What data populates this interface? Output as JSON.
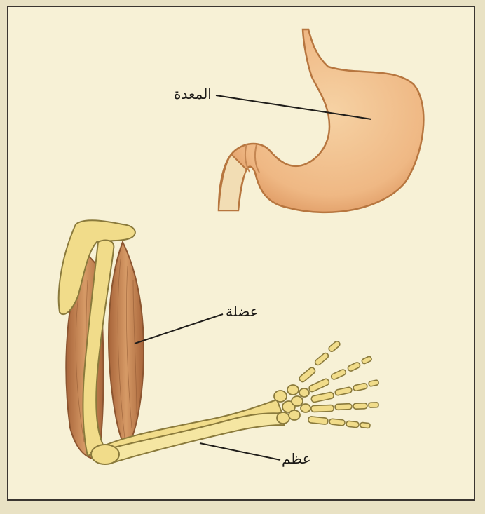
{
  "labels": {
    "stomach": "المعدة",
    "muscle": "عضلة",
    "bone": "عظم"
  },
  "colors": {
    "background": "#f7f1d6",
    "stomach": "#efb884",
    "bone": "#f1dc8a",
    "muscle": "#c98653",
    "leader_line": "#1f1d1a"
  }
}
